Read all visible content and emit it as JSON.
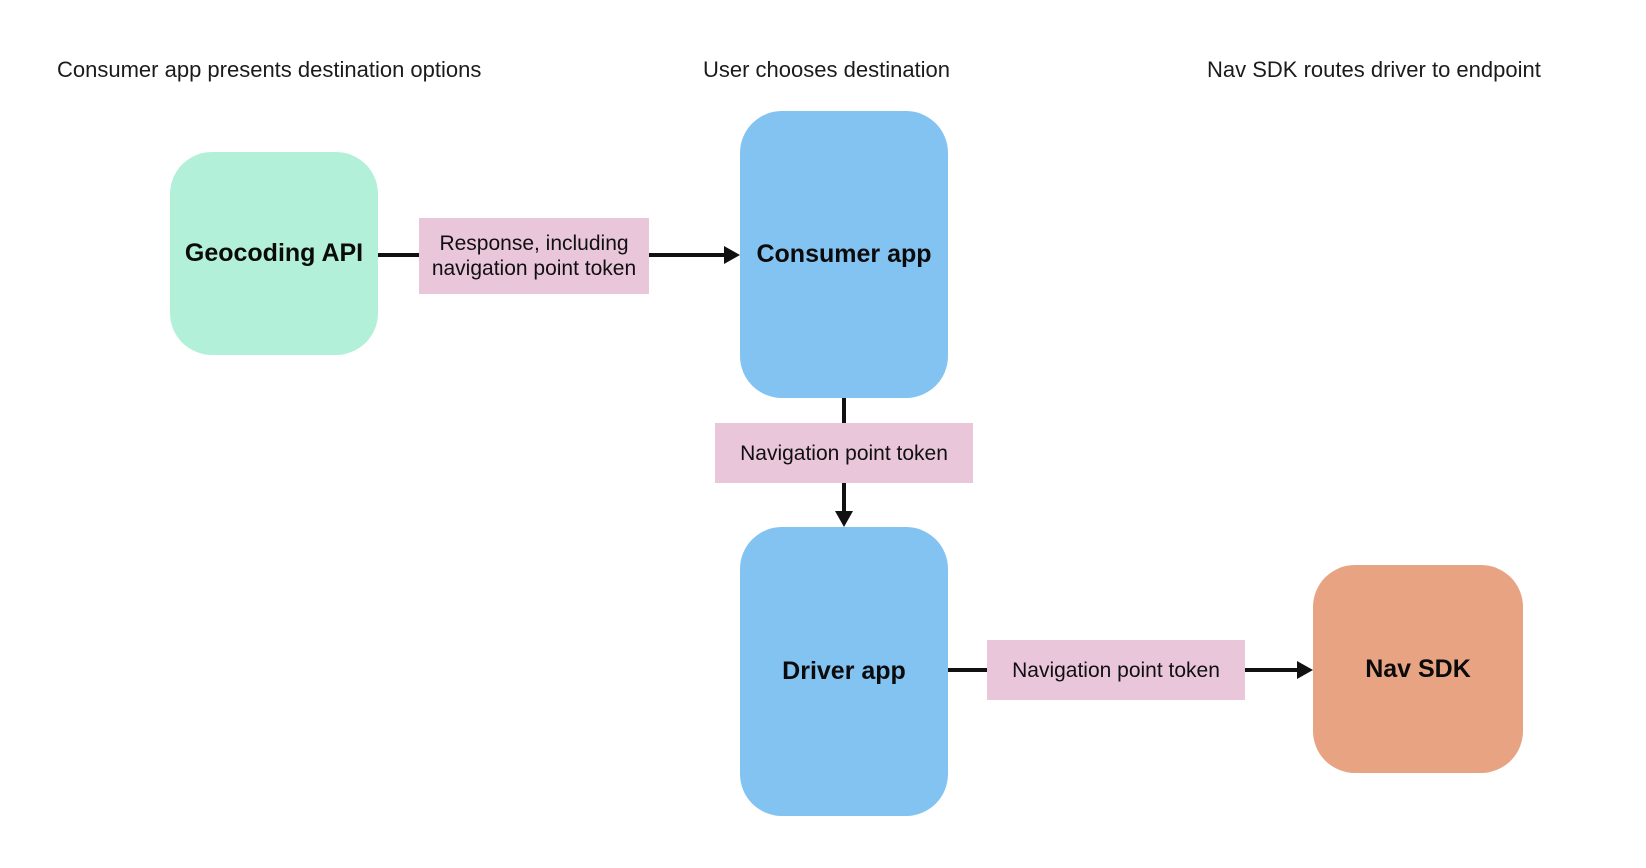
{
  "diagram": {
    "title_row": {
      "headers": [
        {
          "text": "Consumer app presents destination options"
        },
        {
          "text": "User chooses destination"
        },
        {
          "text": "Nav SDK routes driver to endpoint"
        }
      ]
    },
    "nodes": [
      {
        "id": "geocoding-api",
        "label": "Geocoding API",
        "fill": "#b3f0d9"
      },
      {
        "id": "consumer-app",
        "label": "Consumer app",
        "fill": "#82c3f1"
      },
      {
        "id": "driver-app",
        "label": "Driver app",
        "fill": "#82c3f1"
      },
      {
        "id": "nav-sdk",
        "label": "Nav SDK",
        "fill": "#e8a383"
      }
    ],
    "edges": [
      {
        "from": "geocoding-api",
        "to": "consumer-app",
        "direction": "right",
        "label": "Response, including navigation point token",
        "label_fill": "#eac6da"
      },
      {
        "from": "consumer-app",
        "to": "driver-app",
        "direction": "down",
        "label": "Navigation point token",
        "label_fill": "#eac6da"
      },
      {
        "from": "driver-app",
        "to": "nav-sdk",
        "direction": "right",
        "label": "Navigation point token",
        "label_fill": "#eac6da"
      }
    ],
    "colors": {
      "background": "#ffffff",
      "arrow": "#111111",
      "node_green": "#b3f0d9",
      "node_blue": "#82c3f1",
      "node_orange": "#e8a383",
      "edge_label_pink": "#eac6da",
      "text": "#1b1b1d"
    }
  }
}
